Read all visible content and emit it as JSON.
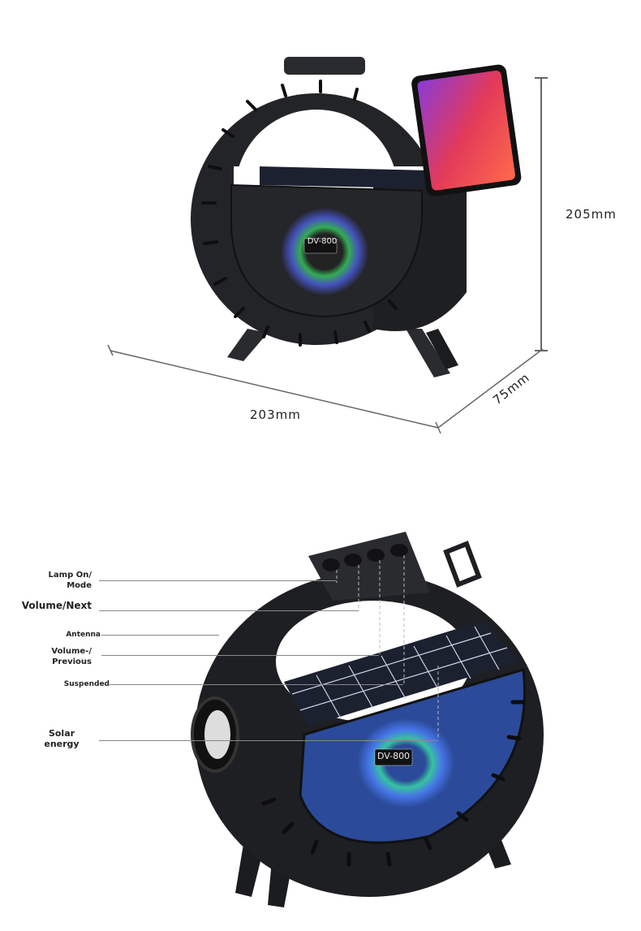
{
  "product": {
    "model_badge": "DV-800"
  },
  "dimensions_view": {
    "height_label": "205mm",
    "width_label": "203mm",
    "depth_label": "75mm",
    "line_color": "#666666"
  },
  "features_view": {
    "callouts": [
      {
        "label_line1": "Lamp On/",
        "label_line2": "Mode"
      },
      {
        "label_line1": "Volume/Next",
        "label_line2": ""
      },
      {
        "label_line1": "Antenna",
        "label_line2": ""
      },
      {
        "label_line1": "Volume-/",
        "label_line2": "Previous"
      },
      {
        "label_line1": "Suspended",
        "label_line2": ""
      },
      {
        "label_line1": "Solar",
        "label_line2": "energy"
      }
    ]
  },
  "colors": {
    "body": "#1e1f22",
    "grille_front": "#25262a",
    "grille_blue": "#2b4a9a",
    "solar_panel": "#1a2030"
  }
}
